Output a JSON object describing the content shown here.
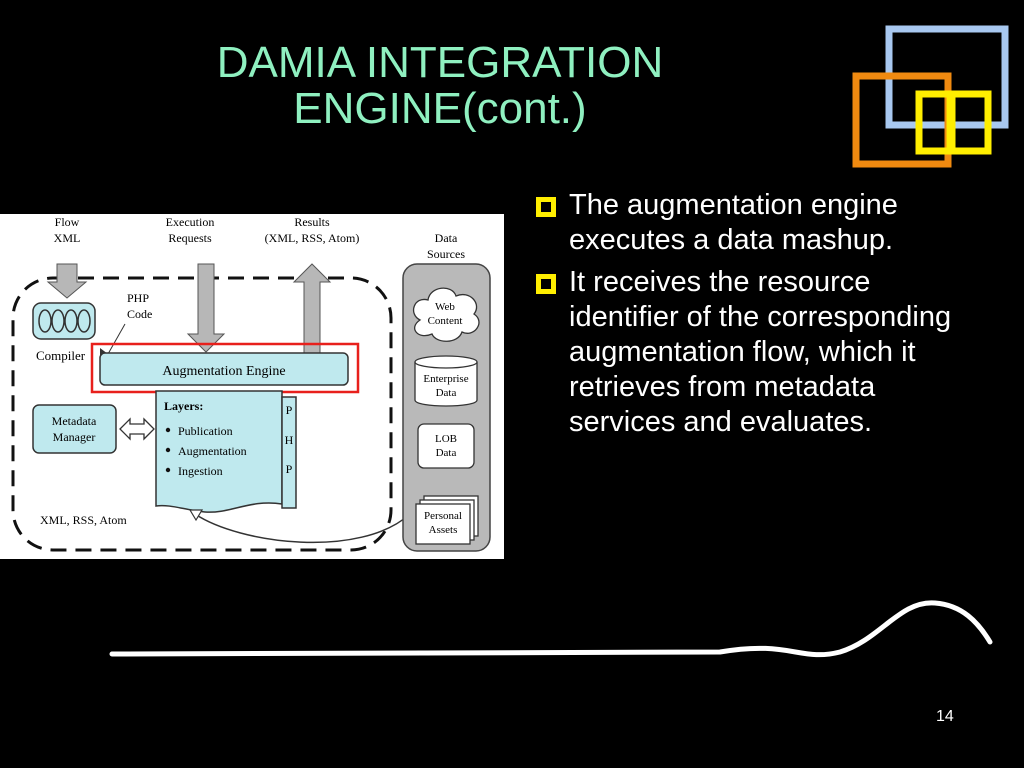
{
  "slide": {
    "title_line1": "DAMIA INTEGRATION",
    "title_line2": "ENGINE(cont.)",
    "bullets": [
      "The augmentation engine executes a data mashup.",
      "It receives the resource identifier of the corresponding augmentation flow, which it retrieves from  metadata services  and evaluates."
    ],
    "page_number": "14"
  },
  "diagram": {
    "flow_xml_1": "Flow",
    "flow_xml_2": "XML",
    "exec_req_1": "Execution",
    "exec_req_2": "Requests",
    "results_1": "Results",
    "results_2": "(XML, RSS, Atom)",
    "data_sources_1": "Data",
    "data_sources_2": "Sources",
    "php_code_1": "PHP",
    "php_code_2": "Code",
    "compiler": "Compiler",
    "augmentation_engine": "Augmentation Engine",
    "metadata_manager_1": "Metadata",
    "metadata_manager_2": "Manager",
    "layers_title": "Layers:",
    "layers": [
      "Publication",
      "Augmentation",
      "Ingestion"
    ],
    "php_letters": [
      "P",
      "H",
      "P"
    ],
    "formats": "XML, RSS, Atom",
    "web_content_1": "Web",
    "web_content_2": "Content",
    "enterprise_data_1": "Enterprise",
    "enterprise_data_2": "Data",
    "lob_data_1": "LOB",
    "lob_data_2": "Data",
    "personal_assets_1": "Personal",
    "personal_assets_2": "Assets"
  },
  "colors": {
    "background": "#000000",
    "title": "#8FF0C0",
    "bullet": "#FFEE00",
    "engine_fill": "#BFE9EE",
    "highlight": "#E8201C",
    "deco_blue": "#A8C8F0",
    "deco_orange": "#F08A10",
    "deco_yellow": "#FFEE00"
  }
}
